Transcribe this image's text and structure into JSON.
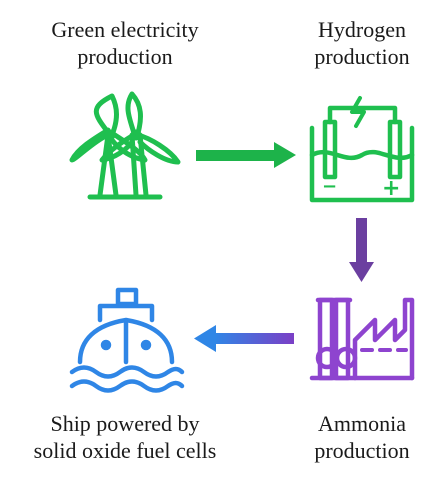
{
  "nodes": {
    "green_electricity": {
      "line1": "Green electricity",
      "line2": "production",
      "icon": "wind-turbine-icon"
    },
    "hydrogen": {
      "line1": "Hydrogen",
      "line2": "production",
      "icon": "electrolyzer-icon"
    },
    "ammonia": {
      "line1": "Ammonia",
      "line2": "production",
      "icon": "factory-icon"
    },
    "ship": {
      "line1": "Ship powered by",
      "line2": "solid oxide fuel cells",
      "icon": "ship-icon"
    }
  },
  "electrolyzer_signs": {
    "minus": "−",
    "plus": "+"
  },
  "colors": {
    "green": "#1fbf4f",
    "purple": "#8e44cf",
    "blue": "#2f86e6",
    "arrow_green": "#1db34a",
    "arrow_purple": "#6b3fa0"
  }
}
